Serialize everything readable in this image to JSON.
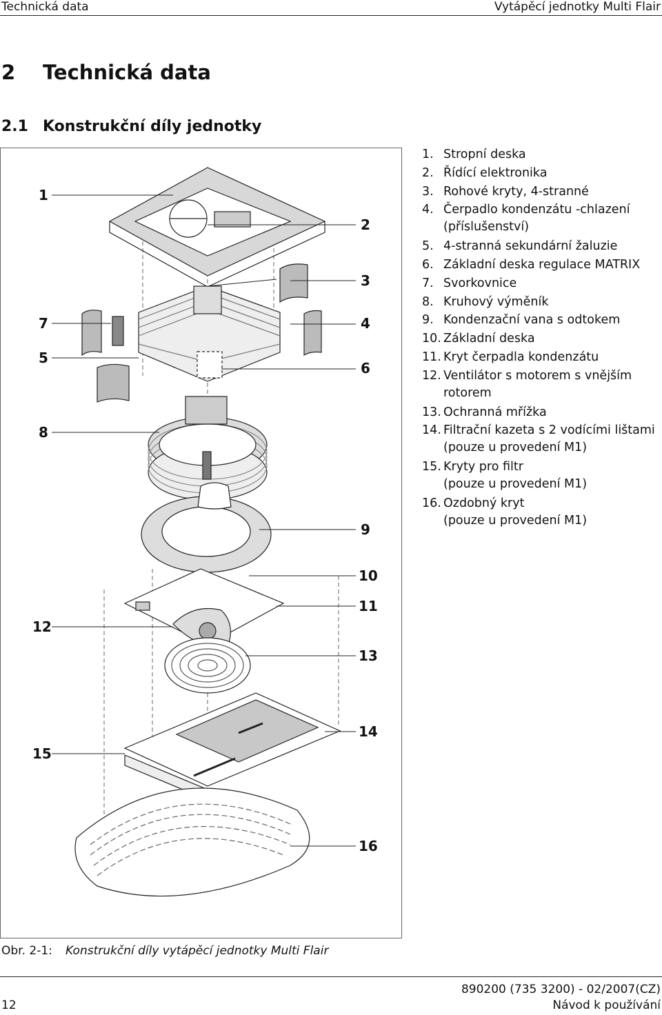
{
  "header": {
    "left": "Technická data",
    "right": "Vytápěcí jednotky Multi Flair"
  },
  "heading1": {
    "number": "2",
    "title": "Technická data"
  },
  "heading2": {
    "number": "2.1",
    "title": "Konstrukční díly jednotky"
  },
  "figure": {
    "callouts": [
      "1",
      "2",
      "3",
      "4",
      "5",
      "6",
      "7",
      "8",
      "9",
      "10",
      "11",
      "12",
      "13",
      "14",
      "15",
      "16"
    ]
  },
  "legend": [
    {
      "n": "1.",
      "text": "Stropní deska"
    },
    {
      "n": "2.",
      "text": "Řídící elektronika"
    },
    {
      "n": "3.",
      "text": "Rohové kryty, 4-stranné"
    },
    {
      "n": "4.",
      "text": "Čerpadlo kondenzátu -chlazení",
      "sub": "(příslušenství)"
    },
    {
      "n": "5.",
      "text": "4-stranná sekundární žaluzie"
    },
    {
      "n": "6.",
      "text": "Základní deska regulace MATRIX"
    },
    {
      "n": "7.",
      "text": "Svorkovnice"
    },
    {
      "n": "8.",
      "text": "Kruhový výměník"
    },
    {
      "n": "9.",
      "text": "Kondenzační vana s odtokem"
    },
    {
      "n": "10.",
      "text": "Základní deska"
    },
    {
      "n": "11.",
      "text": "Kryt čerpadla kondenzátu"
    },
    {
      "n": "12.",
      "text": "Ventilátor s motorem s vnějším",
      "sub": "rotorem"
    },
    {
      "n": "13.",
      "text": "Ochranná mřížka"
    },
    {
      "n": "14.",
      "text": "Filtrační kazeta s 2 vodícími lištami",
      "sub": "(pouze u provedení M1)"
    },
    {
      "n": "15.",
      "text": "Kryty pro filtr",
      "sub": "(pouze u provedení M1)"
    },
    {
      "n": "16.",
      "text": "Ozdobný kryt",
      "sub": "(pouze u provedení M1)"
    }
  ],
  "caption": {
    "label": "Obr. 2-1:",
    "text": "Konstrukční díly vytápěcí jednotky Multi Flair"
  },
  "footer": {
    "page": "12",
    "doc_code": "890200 (735 3200) - 02/2007(CZ)",
    "doc_type": "Návod k používání"
  }
}
